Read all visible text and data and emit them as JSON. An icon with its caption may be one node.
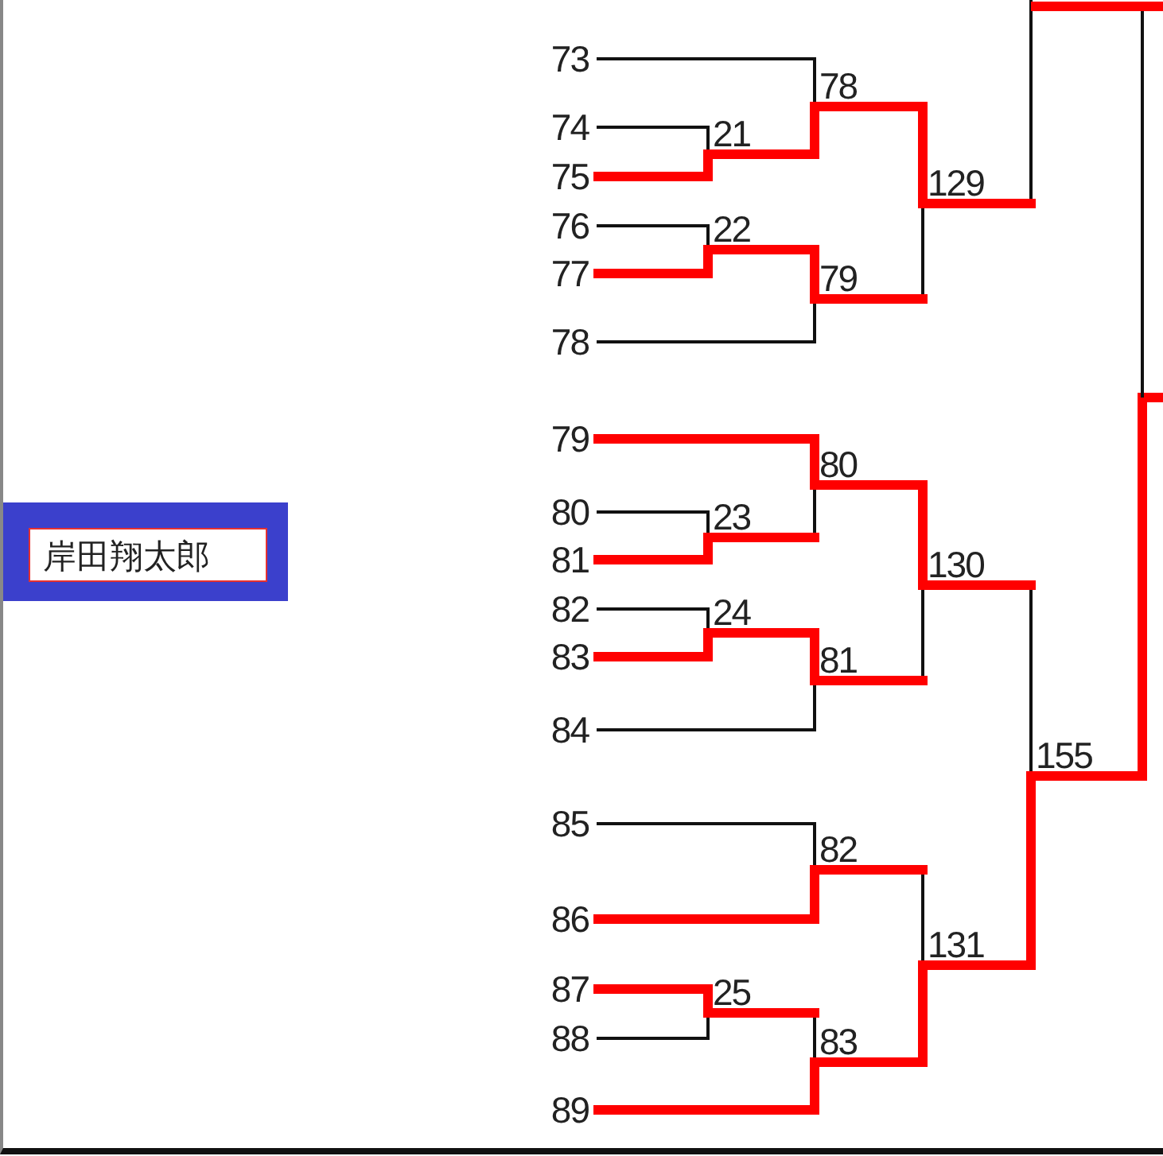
{
  "diagram": {
    "nodes": [
      {
        "text": [
          "73"
        ]
      },
      {
        "text": [
          "74"
        ]
      },
      {
        "text": [
          "75"
        ]
      },
      {
        "text": [
          "76"
        ]
      },
      {
        "text": [
          "77"
        ]
      },
      {
        "text": [
          "78"
        ]
      },
      {
        "text": [
          "79"
        ]
      },
      {
        "text": [
          "80"
        ]
      },
      {
        "text": [
          "81"
        ]
      },
      {
        "text": [
          "82"
        ]
      },
      {
        "text": [
          "83"
        ]
      },
      {
        "text": [
          "84"
        ]
      },
      {
        "text": [
          "85"
        ]
      },
      {
        "text": [
          "86"
        ]
      },
      {
        "text": [
          "87"
        ]
      },
      {
        "text": [
          "88"
        ]
      },
      {
        "text": [
          "89"
        ]
      },
      {
        "text": [
          "78"
        ]
      },
      {
        "text": [
          "21"
        ]
      },
      {
        "text": [
          "129"
        ]
      },
      {
        "text": [
          "22"
        ]
      },
      {
        "text": [
          "79"
        ]
      },
      {
        "text": [
          "80"
        ]
      },
      {
        "text": [
          "23"
        ]
      },
      {
        "text": [
          "130"
        ]
      },
      {
        "text": [
          "24"
        ]
      },
      {
        "text": [
          "81"
        ]
      },
      {
        "text": [
          "155"
        ]
      },
      {
        "text": [
          "82"
        ]
      },
      {
        "text": [
          "131"
        ]
      },
      {
        "text": [
          "25"
        ]
      },
      {
        "text": [
          "83"
        ]
      }
    ],
    "edges": [
      {
        "from": 1,
        "to": 18,
        "arrow": "none",
        "color": "#111111"
      },
      {
        "from": 2,
        "to": 18,
        "arrow": "none",
        "style": "thick",
        "color": "#ff0000"
      },
      {
        "from": 0,
        "to": 17,
        "arrow": "none",
        "color": "#111111"
      },
      {
        "from": 18,
        "to": 17,
        "arrow": "none",
        "style": "thick",
        "color": "#ff0000"
      },
      {
        "from": 3,
        "to": 20,
        "arrow": "none",
        "color": "#111111"
      },
      {
        "from": 4,
        "to": 20,
        "arrow": "none",
        "style": "thick",
        "color": "#ff0000"
      },
      {
        "from": 20,
        "to": 21,
        "arrow": "none",
        "style": "thick",
        "color": "#ff0000"
      },
      {
        "from": 5,
        "to": 21,
        "arrow": "none",
        "color": "#111111"
      },
      {
        "from": 17,
        "to": 19,
        "arrow": "none",
        "style": "thick",
        "color": "#ff0000"
      },
      {
        "from": 21,
        "to": 19,
        "arrow": "none",
        "color": "#111111"
      },
      {
        "from": 19,
        "to": null,
        "arrow": "none",
        "color": "#111111"
      },
      {
        "from": 7,
        "to": 23,
        "arrow": "none",
        "color": "#111111"
      },
      {
        "from": 8,
        "to": 23,
        "arrow": "none",
        "style": "thick",
        "color": "#ff0000"
      },
      {
        "from": 6,
        "to": 22,
        "arrow": "none",
        "style": "thick",
        "color": "#ff0000"
      },
      {
        "from": 23,
        "to": 22,
        "arrow": "none",
        "color": "#111111"
      },
      {
        "from": 9,
        "to": 25,
        "arrow": "none",
        "color": "#111111"
      },
      {
        "from": 10,
        "to": 25,
        "arrow": "none",
        "style": "thick",
        "color": "#ff0000"
      },
      {
        "from": 25,
        "to": 26,
        "arrow": "none",
        "style": "thick",
        "color": "#ff0000"
      },
      {
        "from": 11,
        "to": 26,
        "arrow": "none",
        "color": "#111111"
      },
      {
        "from": 22,
        "to": 24,
        "arrow": "none",
        "style": "thick",
        "color": "#ff0000"
      },
      {
        "from": 26,
        "to": 24,
        "arrow": "none",
        "color": "#111111"
      },
      {
        "from": 12,
        "to": 28,
        "arrow": "none",
        "color": "#111111"
      },
      {
        "from": 13,
        "to": 28,
        "arrow": "none",
        "style": "thick",
        "color": "#ff0000"
      },
      {
        "from": 14,
        "to": 30,
        "arrow": "none",
        "style": "thick",
        "color": "#ff0000"
      },
      {
        "from": 15,
        "to": 30,
        "arrow": "none",
        "color": "#111111"
      },
      {
        "from": 30,
        "to": 31,
        "arrow": "none",
        "color": "#111111"
      },
      {
        "from": 16,
        "to": 31,
        "arrow": "none",
        "style": "thick",
        "color": "#ff0000"
      },
      {
        "from": 28,
        "to": 29,
        "arrow": "none",
        "color": "#111111"
      },
      {
        "from": 31,
        "to": 29,
        "arrow": "none",
        "style": "thick",
        "color": "#ff0000"
      },
      {
        "from": 24,
        "to": 27,
        "arrow": "none",
        "color": "#111111"
      },
      {
        "from": 29,
        "to": 27,
        "arrow": "none",
        "style": "thick",
        "color": "#ff0000"
      },
      {
        "from": 27,
        "to": null,
        "arrow": "none",
        "style": "thick",
        "color": "#ff0000"
      }
    ],
    "labels": [
      "岸田翔太郎"
    ]
  }
}
